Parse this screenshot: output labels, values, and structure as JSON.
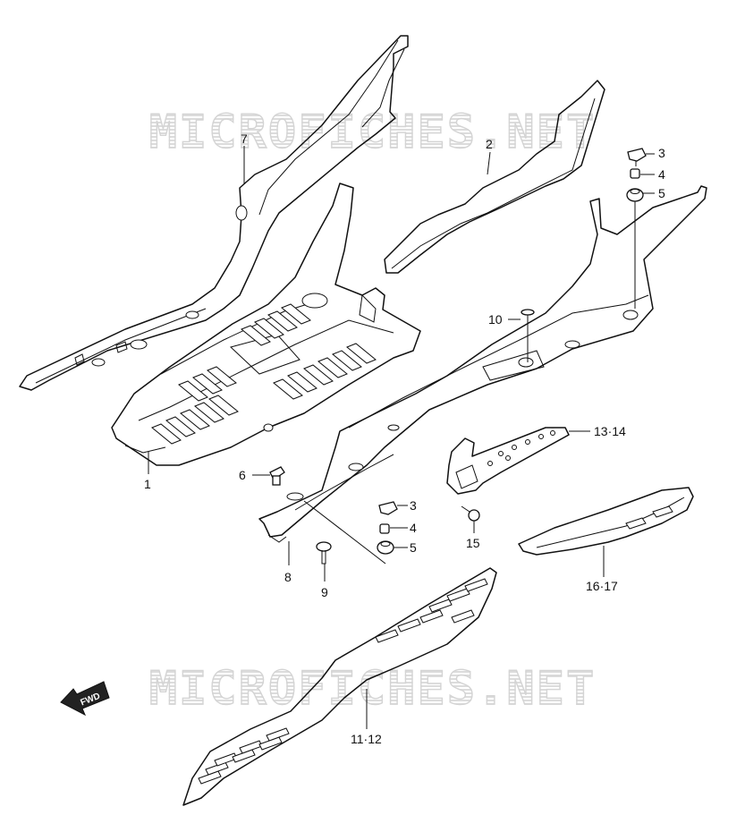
{
  "watermark": {
    "top_text": "MICROFICHES.NET",
    "bottom_text": "MICROFICHES.NET"
  },
  "fwd_arrow": {
    "label": "FWD"
  },
  "callouts": {
    "c1": "1",
    "c2": "2",
    "c3a": "3",
    "c4a": "4",
    "c5a": "5",
    "c3b": "3",
    "c4b": "4",
    "c5b": "5",
    "c6": "6",
    "c7": "7",
    "c8": "8",
    "c9": "9",
    "c10": "10",
    "c11_12": "11·12",
    "c13_14": "13·14",
    "c15": "15",
    "c16_17": "16·17"
  },
  "colors": {
    "line": "#111111",
    "watermark": "#d4d4d4",
    "background": "#ffffff"
  }
}
